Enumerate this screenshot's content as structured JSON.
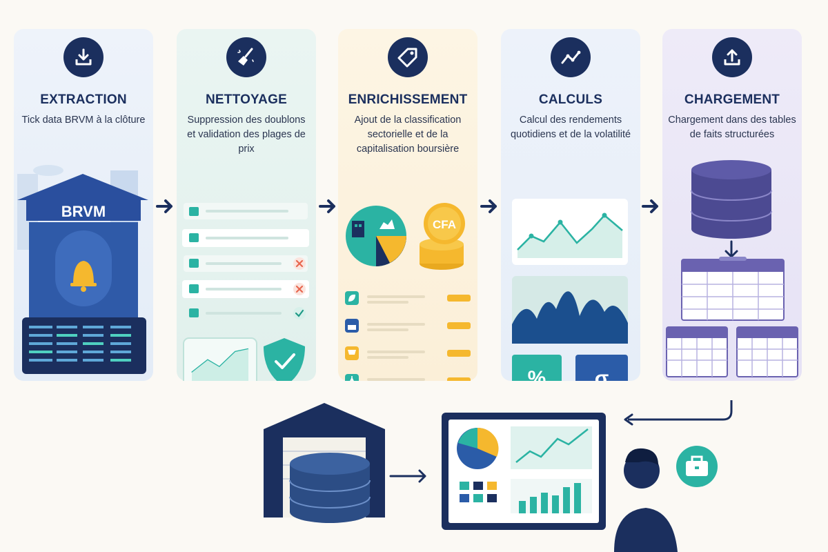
{
  "steps": [
    {
      "title": "EXTRACTION",
      "desc": "Tick data BRVM à la clôture",
      "icon": "download-icon",
      "color": "#1b2f5e"
    },
    {
      "title": "NETTOYAGE",
      "desc": "Suppression des doublons et validation des plages de prix",
      "icon": "broom-icon",
      "color": "#2bb3a3"
    },
    {
      "title": "ENRICHISSEMENT",
      "desc": "Ajout de la classification sectorielle et de la capitalisation boursière",
      "icon": "tag-icon",
      "color": "#f5b82e"
    },
    {
      "title": "CALCULS",
      "desc": "Calcul des rendements quotidiens et de la volatilité",
      "icon": "trend-line-icon",
      "color": "#2b5ca8"
    },
    {
      "title": "CHARGEMENT",
      "desc": "Chargement dans des tables de faits structurées",
      "icon": "upload-icon",
      "color": "#5a4fa0"
    }
  ],
  "extraction": {
    "building_label": "BRVM"
  },
  "enrichissement": {
    "coin_label": "CFA"
  },
  "calculs": {
    "percent_symbol": "%",
    "sigma_symbol": "σ"
  },
  "colors": {
    "navy": "#1b2f5e",
    "teal": "#2bb3a3",
    "yellow": "#f5b82e",
    "blue": "#2b5ca8",
    "purple": "#5a4fa0",
    "red": "#e8674f"
  }
}
